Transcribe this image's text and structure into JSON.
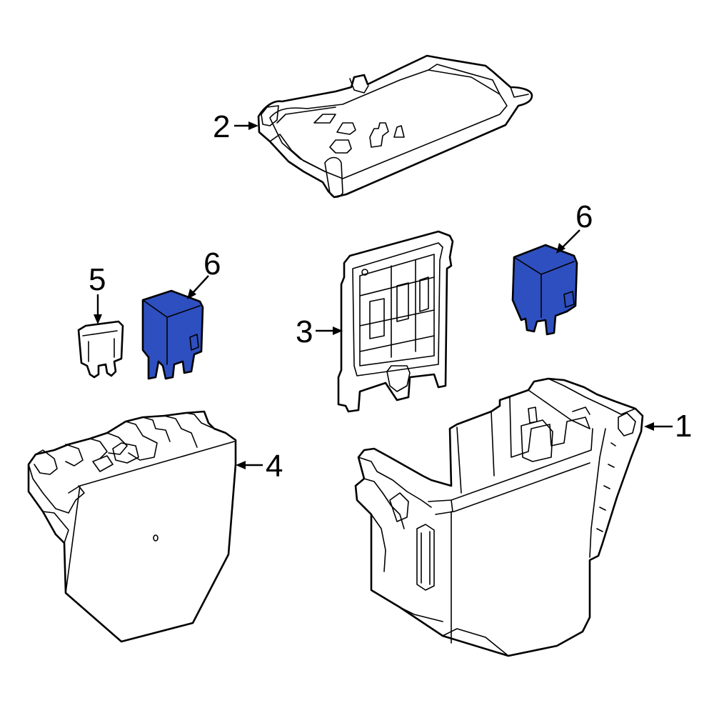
{
  "diagram": {
    "colors": {
      "highlight": "#2e4fbf",
      "line": "#000000",
      "background": "#ffffff"
    },
    "callouts": {
      "part_1": "1",
      "part_2": "2",
      "part_3": "3",
      "part_4": "4",
      "part_5": "5",
      "part_6_left": "6",
      "part_6_right": "6"
    }
  }
}
